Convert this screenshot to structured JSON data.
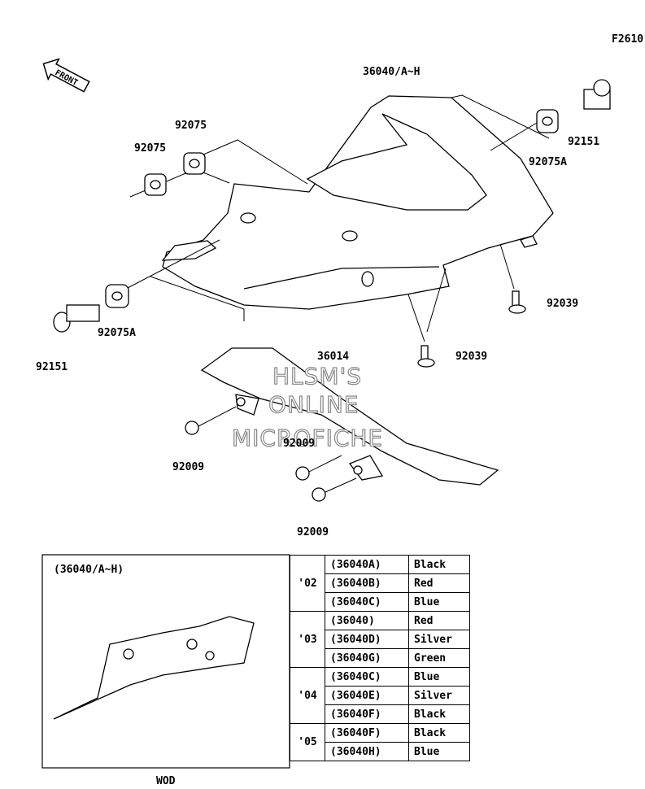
{
  "diagram_id": "F2610",
  "front_label": "FRONT",
  "watermark": [
    "HLSM'S",
    "ONLINE",
    "MICROFICHE"
  ],
  "parts": {
    "seat_cover": "36040/A~H",
    "chain_guard": "36014",
    "grommet_a_right": "92075A",
    "grommet_a_left": "92075A",
    "grommet_upper": "92075",
    "grommet_lower": "92075",
    "bolt_right": "92151",
    "bolt_left": "92151",
    "screw_right": "92039",
    "screw_center": "92039",
    "bolt_guard_left": "92009",
    "bolt_guard_mid": "92009",
    "bolt_guard_bottom": "92009"
  },
  "inset": {
    "title": "(36040/A~H)",
    "footer": "WOD"
  },
  "color_table": [
    {
      "year": "'02",
      "rows": [
        {
          "code": "(36040A)",
          "color": "Black"
        },
        {
          "code": "(36040B)",
          "color": "Red"
        },
        {
          "code": "(36040C)",
          "color": "Blue"
        }
      ]
    },
    {
      "year": "'03",
      "rows": [
        {
          "code": "(36040)",
          "color": "Red"
        },
        {
          "code": "(36040D)",
          "color": "Silver"
        },
        {
          "code": "(36040G)",
          "color": "Green"
        }
      ]
    },
    {
      "year": "'04",
      "rows": [
        {
          "code": "(36040C)",
          "color": "Blue"
        },
        {
          "code": "(36040E)",
          "color": "Silver"
        },
        {
          "code": "(36040F)",
          "color": "Black"
        }
      ]
    },
    {
      "year": "'05",
      "rows": [
        {
          "code": "(36040F)",
          "color": "Black"
        },
        {
          "code": "(36040H)",
          "color": "Blue"
        }
      ]
    }
  ]
}
